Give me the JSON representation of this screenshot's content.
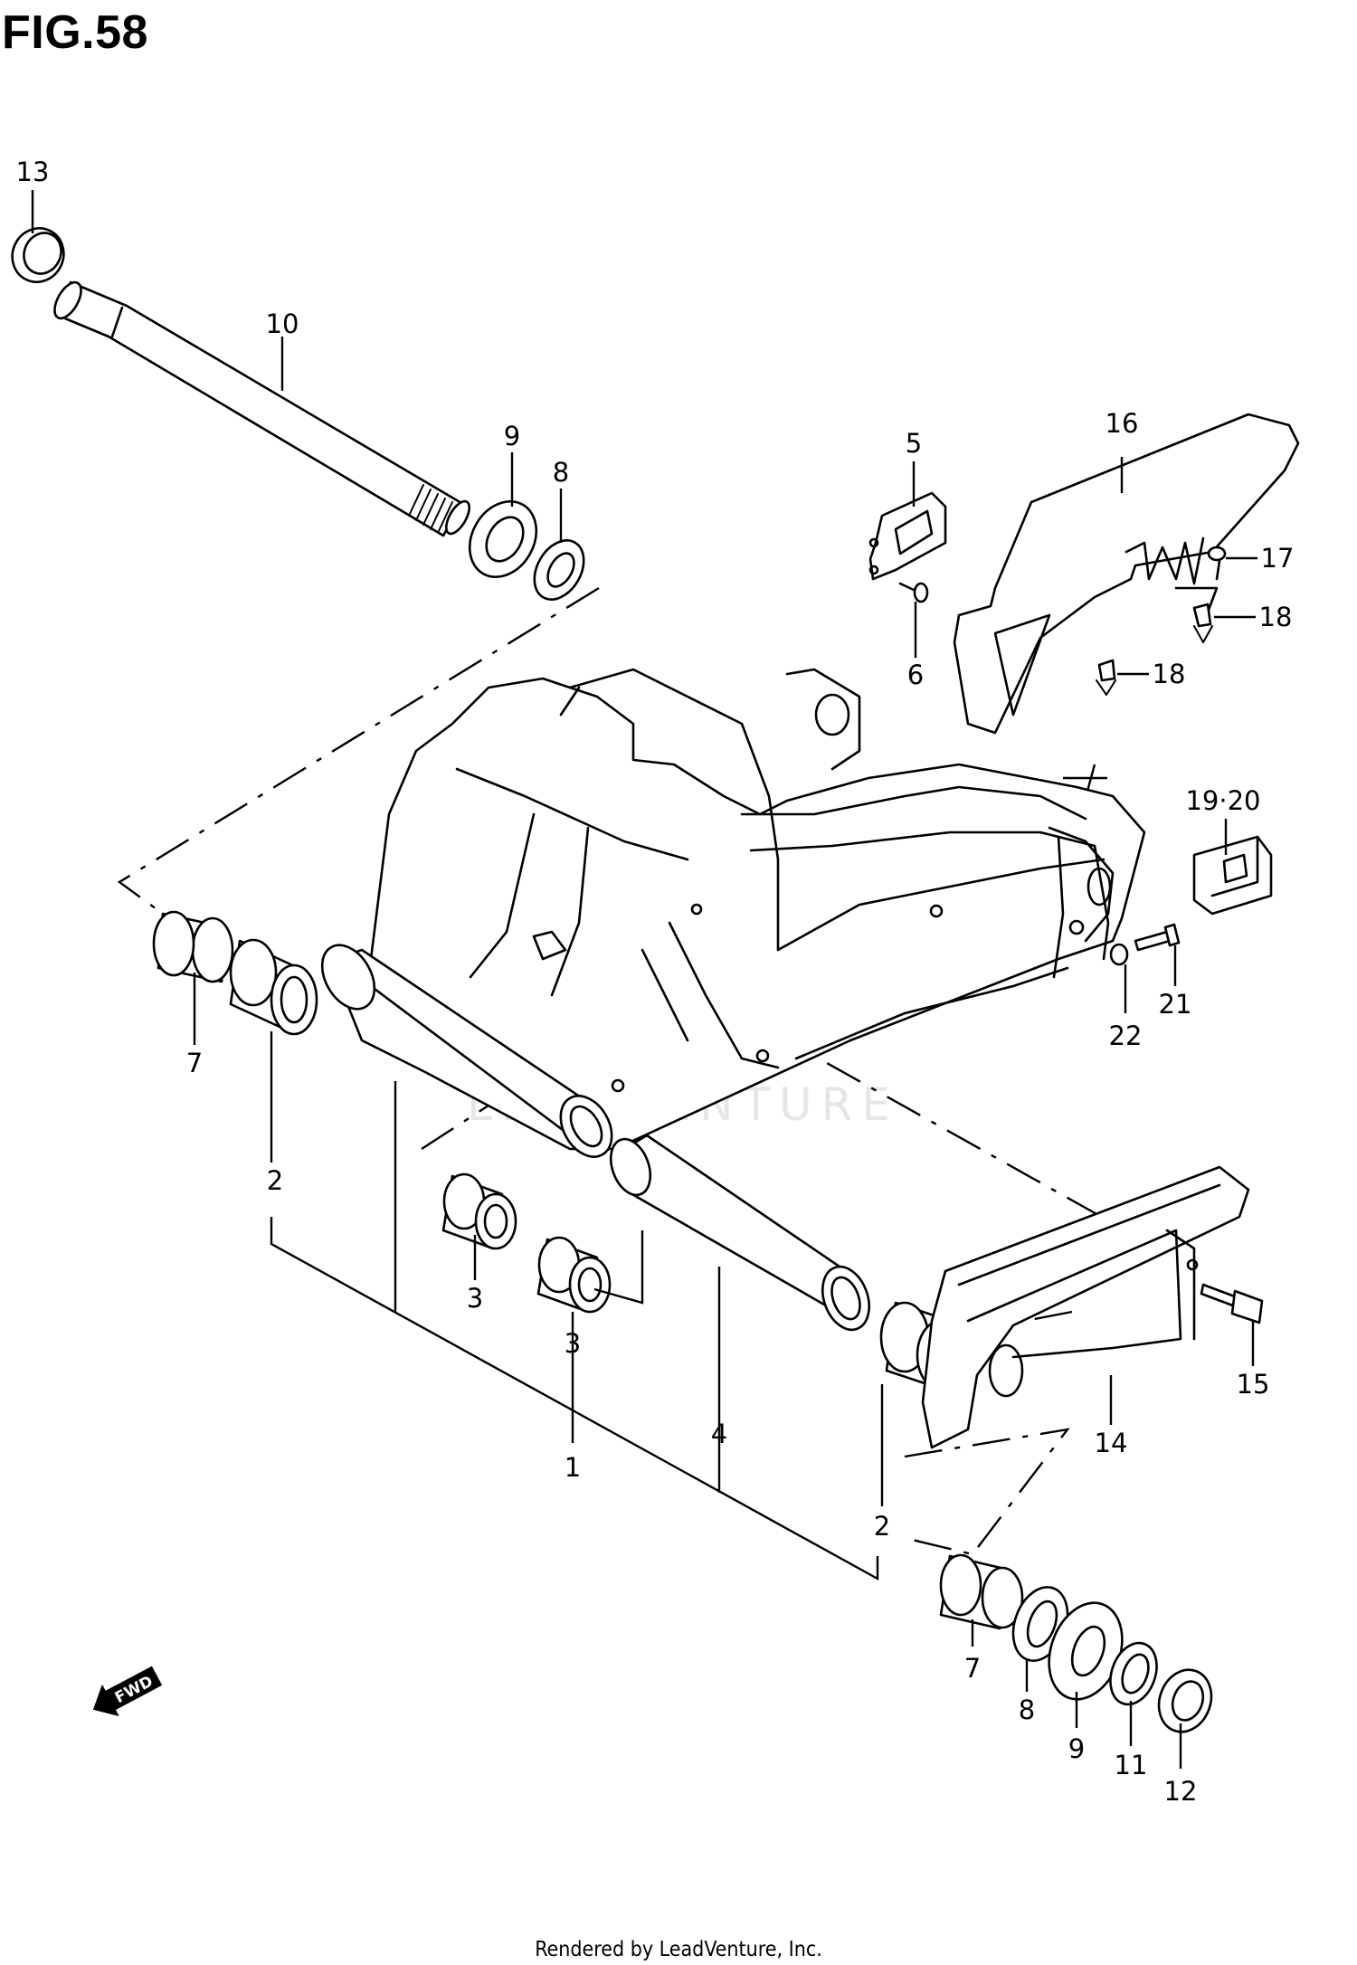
{
  "figure": {
    "title": "FIG.58",
    "footer": "Rendered by LeadVenture, Inc.",
    "watermark": "LEADVENTURE",
    "direction_badge": "FWD"
  },
  "callouts": [
    "1",
    "2",
    "2",
    "3",
    "3",
    "4",
    "5",
    "6",
    "7",
    "7",
    "8",
    "8",
    "9",
    "9",
    "10",
    "11",
    "12",
    "13",
    "14",
    "15",
    "16",
    "17",
    "18",
    "18",
    "19·20",
    "21",
    "22"
  ]
}
